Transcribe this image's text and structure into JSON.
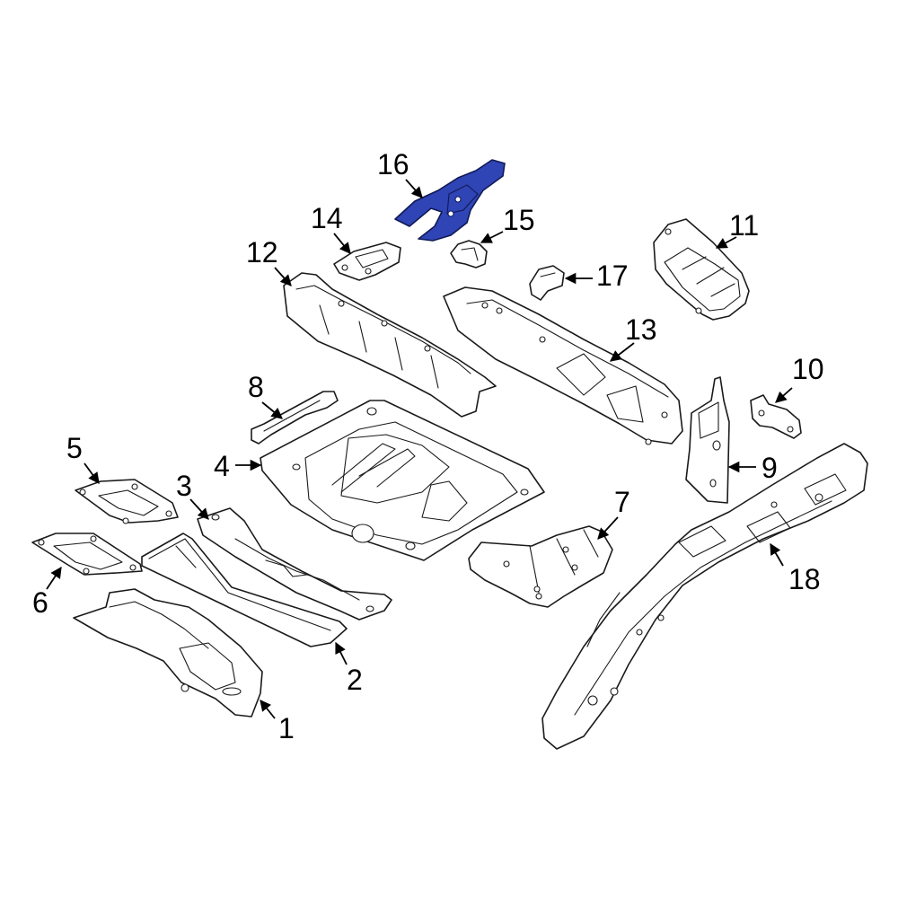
{
  "diagram": {
    "highlight_color": "#2f44b5",
    "line_color": "#1a1a1a",
    "highlighted_part": "16",
    "callouts": [
      "1",
      "2",
      "3",
      "4",
      "5",
      "6",
      "7",
      "8",
      "9",
      "10",
      "11",
      "12",
      "13",
      "14",
      "15",
      "16",
      "17",
      "18"
    ]
  }
}
